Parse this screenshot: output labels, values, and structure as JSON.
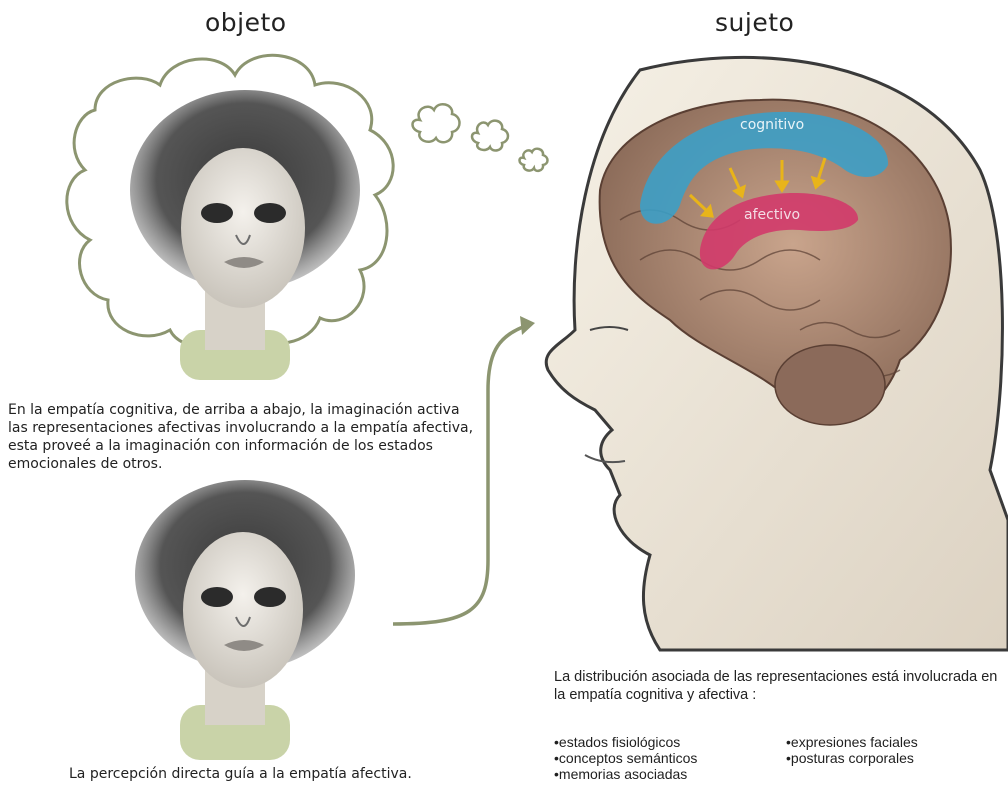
{
  "headings": {
    "objeto": "objeto",
    "sujeto": "sujeto"
  },
  "brain_labels": {
    "cognitive": "cognitivo",
    "affective": "afectivo"
  },
  "texts": {
    "top_paragraph": "En la empatía cognitiva, de arriba a abajo, la imaginación activa las representaciones afectivas involucrando a la empatía afectiva, esta proveé a la imaginación con información de los estados emocionales de otros.",
    "bottom_caption": "La percepción directa guía a la empatía afectiva.",
    "right_paragraph": "La distribución asociada de las representaciones está involucrada en la empatía cognitiva y afectiva :"
  },
  "bullets": {
    "left": [
      "estados fisiológicos",
      "conceptos semánticos",
      "memorias asociadas"
    ],
    "right": [
      "expresiones faciales",
      "posturas corporales"
    ]
  },
  "colors": {
    "outline_green": "#8c9570",
    "cognitive_blue": "#3a9fc8",
    "affective_pink": "#d23a6a",
    "arrow_yellow": "#e8b41a",
    "shirt_green": "#c9d3a8"
  }
}
